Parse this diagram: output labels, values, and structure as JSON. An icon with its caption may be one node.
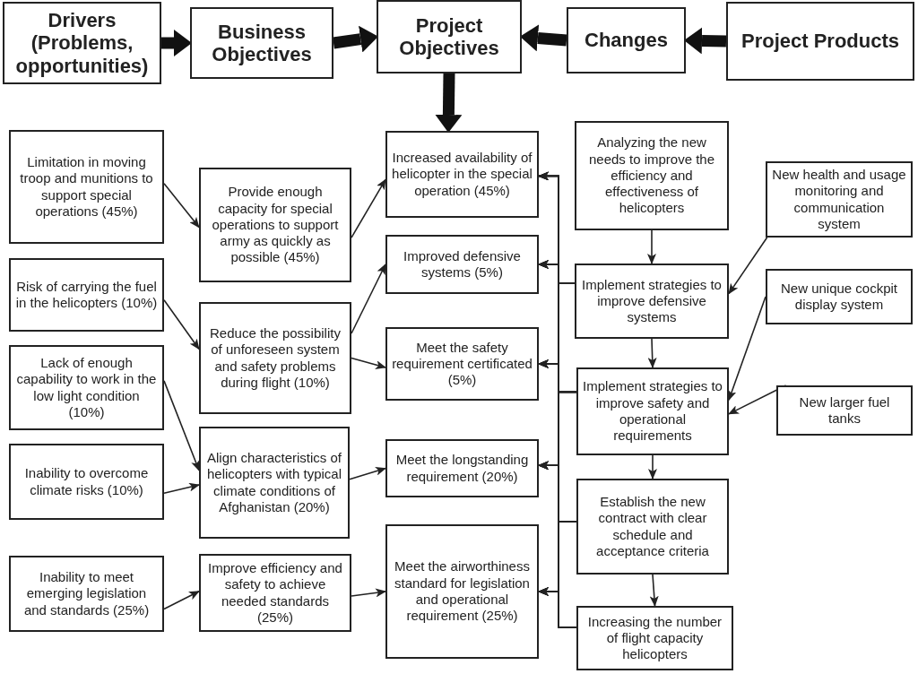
{
  "diagram": {
    "nodes": [
      {
        "text": [
          "Drivers (Problems, opportunities)"
        ]
      },
      {
        "text": [
          "Business Objectives"
        ]
      },
      {
        "text": [
          "Project Objectives"
        ]
      },
      {
        "text": [
          "Changes"
        ]
      },
      {
        "text": [
          "Project Products"
        ]
      },
      {
        "text": [
          "Limitation in moving troop and munitions to support special operations (45%)"
        ]
      },
      {
        "text": [
          "Risk of carrying the fuel in the helicopters (10%)"
        ]
      },
      {
        "text": [
          "Lack of enough capability to work in the low light condition (10%)"
        ]
      },
      {
        "text": [
          "Inability to overcome climate risks (10%)"
        ]
      },
      {
        "text": [
          "Inability to meet emerging legislation and standards (25%)"
        ]
      },
      {
        "text": [
          "Provide enough capacity for special operations to support army as quickly as possible (45%)"
        ]
      },
      {
        "text": [
          "Reduce the possibility of unforeseen system and safety problems during flight (10%)"
        ]
      },
      {
        "text": [
          "Align characteristics of helicopters with typical climate conditions of Afghanistan (20%)"
        ]
      },
      {
        "text": [
          "Improve efficiency and safety to achieve needed standards (25%)"
        ]
      },
      {
        "text": [
          "Increased availability of helicopter in the special operation (45%)"
        ]
      },
      {
        "text": [
          "Improved defensive systems (5%)"
        ]
      },
      {
        "text": [
          "Meet the safety requirement certificated (5%)"
        ]
      },
      {
        "text": [
          "Meet the longstanding requirement (20%)"
        ]
      },
      {
        "text": [
          "Meet the airworthiness standard for legislation and operational requirement (25%)"
        ]
      },
      {
        "text": [
          "Analyzing the new needs to improve the efficiency and effectiveness of helicopters"
        ]
      },
      {
        "text": [
          "Implement strategies to improve defensive systems"
        ]
      },
      {
        "text": [
          "Implement strategies to improve safety and operational requirements"
        ]
      },
      {
        "text": [
          "Establish the new contract with clear schedule and acceptance criteria"
        ]
      },
      {
        "text": [
          "Increasing the number of flight capacity helicopters"
        ]
      },
      {
        "text": [
          "New health and usage monitoring and communication system"
        ]
      },
      {
        "text": [
          "New unique cockpit display system"
        ]
      },
      {
        "text": [
          "New larger fuel tanks"
        ]
      }
    ],
    "edges": [
      {
        "from": 0,
        "to": 1,
        "arrow": "to",
        "style": "thick"
      },
      {
        "from": 1,
        "to": 2,
        "arrow": "to",
        "style": "thick"
      },
      {
        "from": 3,
        "to": 2,
        "arrow": "to",
        "style": "thick"
      },
      {
        "from": 4,
        "to": 3,
        "arrow": "to",
        "style": "thick"
      },
      {
        "from": 2,
        "to": 14,
        "arrow": "to",
        "style": "thick"
      },
      {
        "from": 5,
        "to": 10,
        "arrow": "to"
      },
      {
        "from": 6,
        "to": 11,
        "arrow": "to"
      },
      {
        "from": 7,
        "to": 12,
        "arrow": "to"
      },
      {
        "from": 8,
        "to": 12,
        "arrow": "to"
      },
      {
        "from": 9,
        "to": 13,
        "arrow": "to"
      },
      {
        "from": 10,
        "to": 14,
        "arrow": "to"
      },
      {
        "from": 11,
        "to": 15,
        "arrow": "to"
      },
      {
        "from": 11,
        "to": 16,
        "arrow": "to"
      },
      {
        "from": 12,
        "to": 17,
        "arrow": "to"
      },
      {
        "from": 13,
        "to": 18,
        "arrow": "to"
      },
      {
        "from": 19,
        "to": 20,
        "arrow": "to"
      },
      {
        "from": 20,
        "to": 21,
        "arrow": "to"
      },
      {
        "from": 21,
        "to": 22,
        "arrow": "to"
      },
      {
        "from": 22,
        "to": 23,
        "arrow": "to"
      },
      {
        "from": 24,
        "to": 20,
        "arrow": "to"
      },
      {
        "from": 25,
        "to": 21,
        "arrow": "to"
      },
      {
        "from": 26,
        "to": 21,
        "arrow": "to"
      },
      {
        "from": 20,
        "to": 14,
        "arrow": "to"
      },
      {
        "from": 20,
        "to": 15,
        "arrow": "to"
      },
      {
        "from": 20,
        "to": 16,
        "arrow": "to"
      },
      {
        "from": 20,
        "to": 17,
        "arrow": "to"
      },
      {
        "from": 20,
        "to": 18,
        "arrow": "to"
      },
      {
        "from": 21,
        "to": 14,
        "arrow": "to"
      },
      {
        "from": 21,
        "to": 15,
        "arrow": "to"
      },
      {
        "from": 21,
        "to": 16,
        "arrow": "to"
      },
      {
        "from": 21,
        "to": 17,
        "arrow": "to"
      },
      {
        "from": 21,
        "to": 18,
        "arrow": "to"
      },
      {
        "from": 22,
        "to": 14,
        "arrow": "to"
      },
      {
        "from": 22,
        "to": 15,
        "arrow": "to"
      },
      {
        "from": 22,
        "to": 16,
        "arrow": "to"
      },
      {
        "from": 22,
        "to": 17,
        "arrow": "to"
      },
      {
        "from": 22,
        "to": 18,
        "arrow": "to"
      },
      {
        "from": 23,
        "to": 14,
        "arrow": "to"
      },
      {
        "from": 23,
        "to": 15,
        "arrow": "to"
      },
      {
        "from": 23,
        "to": 16,
        "arrow": "to"
      },
      {
        "from": 23,
        "to": 17,
        "arrow": "to"
      },
      {
        "from": 23,
        "to": 18,
        "arrow": "to"
      }
    ]
  }
}
